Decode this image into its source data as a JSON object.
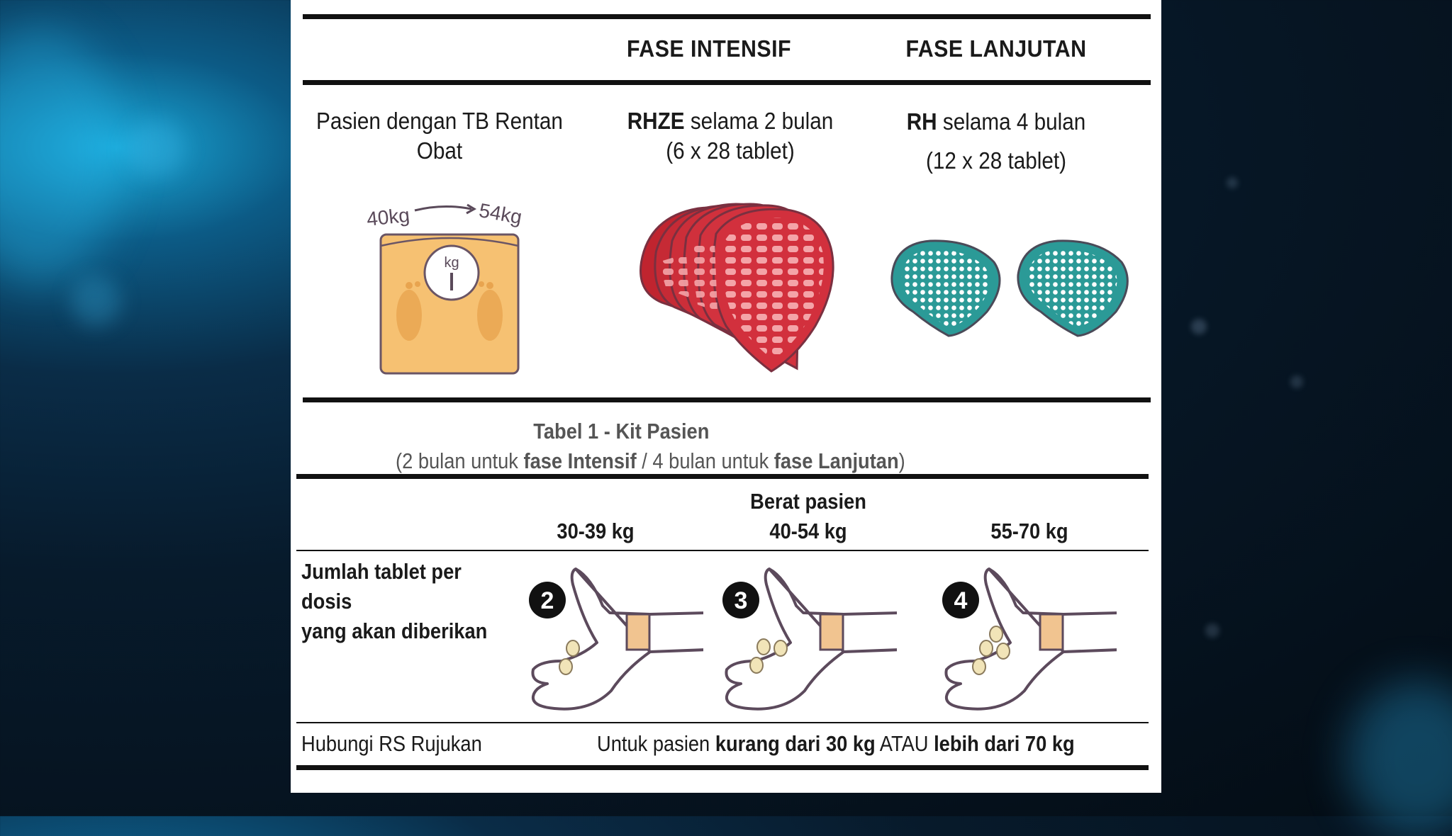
{
  "table1": {
    "header": {
      "intensive": "FASE INTENSIF",
      "continuation": "FASE LANJUTAN"
    },
    "patient_label_line1": "Pasien dengan TB Rentan",
    "patient_label_line2": "Obat",
    "scale_from": "40kg",
    "scale_to": "54kg",
    "scale_dial": "kg",
    "intensive_drug": "RHZE",
    "intensive_duration": "selama 2 bulan",
    "intensive_count": "(6 x 28 tablet)",
    "continuation_drug": "RH",
    "continuation_duration": "selama 4 bulan",
    "continuation_count": "(12 x 28 tablet)",
    "caption_title": "Tabel 1 - Kit Pasien",
    "caption_open": "(2 bulan untuk ",
    "caption_bold1": "fase Intensif",
    "caption_mid": " / 4 bulan untuk ",
    "caption_bold2": "fase Lanjutan",
    "caption_close": ")"
  },
  "table2": {
    "weight_header": "Berat pasien",
    "weight_ranges": [
      "30-39 kg",
      "40-54 kg",
      "55-70 kg"
    ],
    "row_label_line1": "Jumlah tablet per dosis",
    "row_label_line2": "yang akan diberikan",
    "doses": [
      "2",
      "3",
      "4"
    ],
    "referral_label": "Hubungi RS Rujukan",
    "referral_text_1": "Untuk pasien ",
    "referral_bold_1": "kurang dari 30 kg",
    "referral_text_2": " ATAU ",
    "referral_bold_2": "lebih dari 70 kg"
  },
  "colors": {
    "scale_body": "#f6c172",
    "intensive_blister": "#d2303d",
    "continuation_blister": "#2b9a97",
    "hand_outline": "#5c4a5c",
    "cuff": "#f1c490"
  }
}
